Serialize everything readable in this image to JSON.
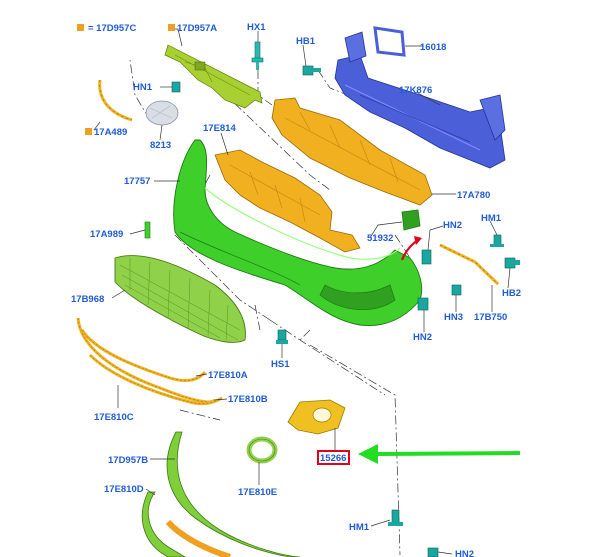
{
  "legend": {
    "swatch_color": "#f0a020",
    "text": "= 17D957C"
  },
  "labels": {
    "l17D957A": "17D957A",
    "lHX1": "HX1",
    "lHB1": "HB1",
    "l16018": "16018",
    "lHN1": "HN1",
    "l17A489": "17A489",
    "l8213": "8213",
    "l17K876": "17K876",
    "l17E814": "17E814",
    "l17757": "17757",
    "l17A780": "17A780",
    "l17A989": "17A989",
    "l51932": "51932",
    "lHN2a": "HN2",
    "lHM1a": "HM1",
    "lHB2": "HB2",
    "l17B968": "17B968",
    "lHN3": "HN3",
    "l17B750": "17B750",
    "lHN2b": "HN2",
    "lHS1": "HS1",
    "l17E810A": "17E810A",
    "l17E810B": "17E810B",
    "l17E810C": "17E810C",
    "l15266": "15266",
    "l17D957B": "17D957B",
    "l17E810E": "17E810E",
    "l17E810D": "17E810D",
    "lHM1b": "HM1",
    "lHN2c": "HN2"
  },
  "colors": {
    "label_blue": "#1f5bd6",
    "bumper_green": "#3fcf2a",
    "grille_green": "#8fd24a",
    "bracket_orange": "#f0b020",
    "reinforcement_blue": "#4a5fd8",
    "fastener_teal": "#1aa7a0",
    "highlight_red": "#e0001a",
    "arrow_green": "#22dd22"
  }
}
